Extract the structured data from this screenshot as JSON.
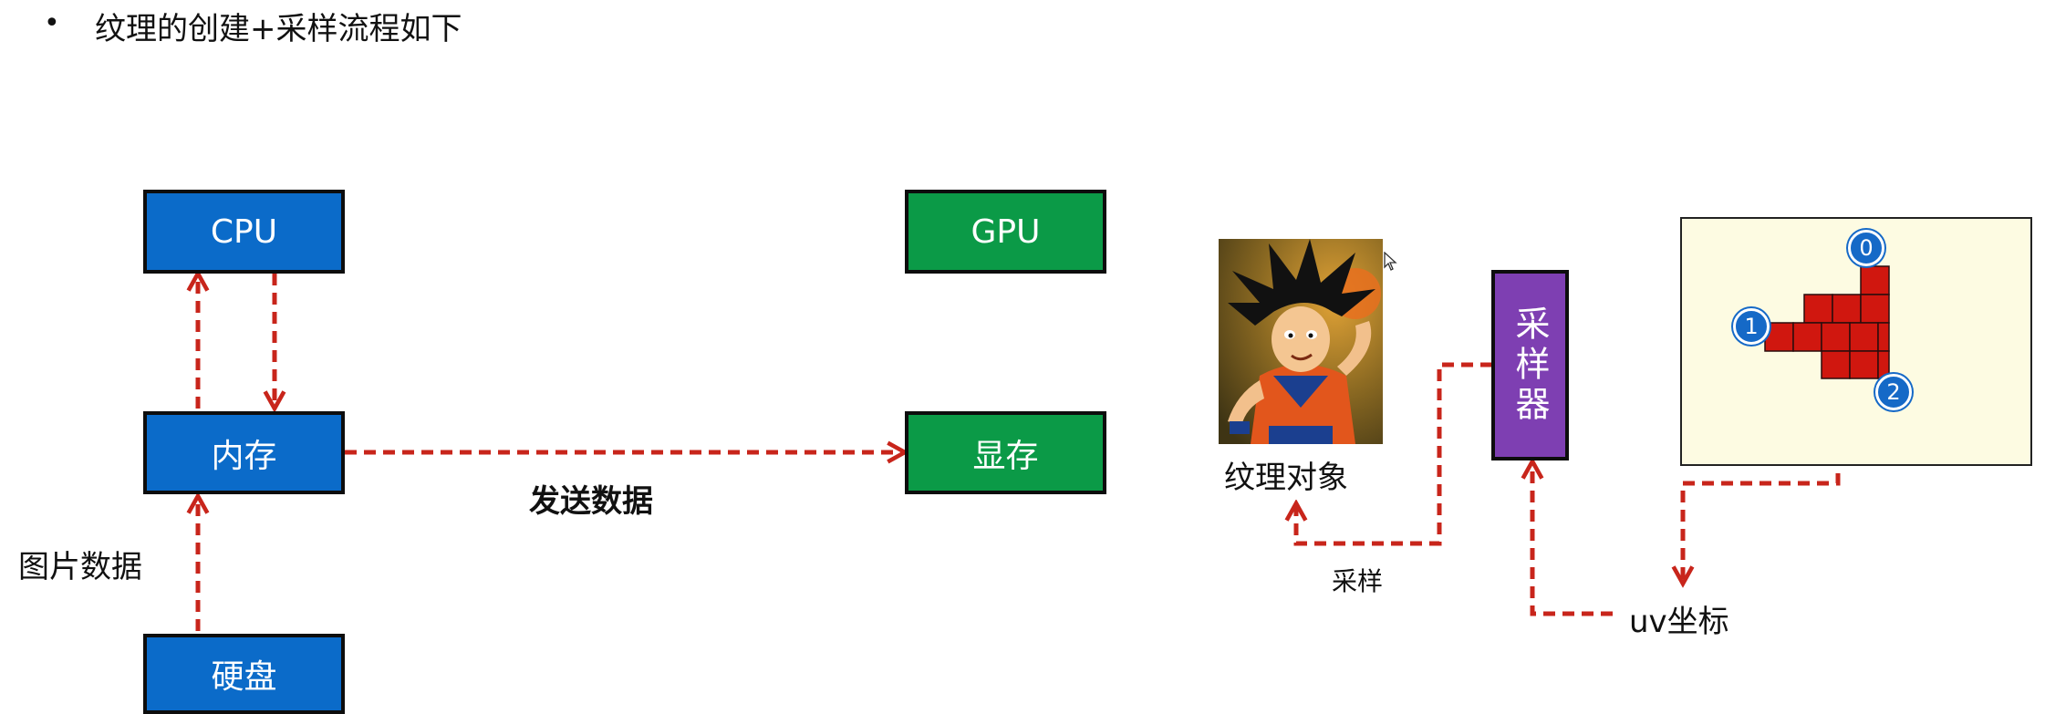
{
  "header": {
    "bullet": "•",
    "title": "纹理的创建+采样流程如下"
  },
  "nodes": {
    "cpu": "CPU",
    "memory": "内存",
    "disk": "硬盘",
    "gpu": "GPU",
    "vram": "显存",
    "sampler": "采样器"
  },
  "labels": {
    "image_data": "图片数据",
    "send_data": "发送数据",
    "texture_object": "纹理对象",
    "sample": "采样",
    "uv_coords": "uv坐标"
  },
  "uv_triangle": {
    "vertices": [
      "0",
      "1",
      "2"
    ]
  },
  "colors": {
    "node_blue": "#0b6bc9",
    "node_green": "#0b9a47",
    "sampler_purple": "#7e3fb2",
    "arrow_red": "#c8251b",
    "grid_red": "#d0170f",
    "vertex_blue": "#1569c7",
    "panel_bg": "#fdfbe2"
  },
  "icons": {
    "cursor": "mouse-pointer-icon",
    "texture_image": "character-texture-image"
  }
}
